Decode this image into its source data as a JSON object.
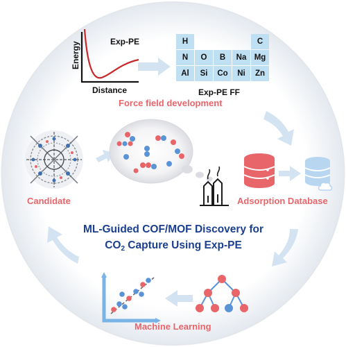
{
  "energy_plot": {
    "curve_label": "Exp-PE",
    "ylabel": "Energy",
    "xlabel": "Distance"
  },
  "periodic_table": {
    "label": "Exp-PE FF",
    "rows": [
      [
        "H",
        "",
        "",
        "",
        "C"
      ],
      [
        "N",
        "O",
        "B",
        "Na",
        "Mg"
      ],
      [
        "Al",
        "Si",
        "Co",
        "Ni",
        "Zn"
      ]
    ]
  },
  "labels": {
    "force_field": "Force field development",
    "candidate": "Candidate",
    "adsorption": "Adsorption Database",
    "machine_learning": "Machine Learning"
  },
  "title": {
    "line1": "ML-Guided COF/MOF Discovery for",
    "line2_prefix": "CO",
    "line2_sub": "2",
    "line2_suffix": " Capture Using Exp-PE"
  },
  "colors": {
    "accent_red": "#e8656a",
    "title_blue": "#1a3f8f",
    "cell_blue": "#bfe0f3",
    "arrow_blue": "#cfe0f2",
    "axis_blue": "#7ab4e6",
    "ring_gray": "#e9edf2"
  }
}
